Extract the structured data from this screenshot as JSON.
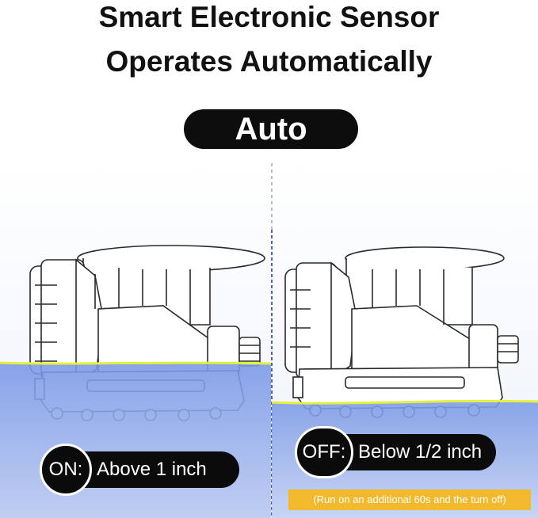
{
  "headline": {
    "line1": "Smart Electronic Sensor",
    "line2": "Operates Automatically"
  },
  "mode_label": "Auto",
  "on_state": {
    "key": "ON:",
    "description": "Above 1 inch"
  },
  "off_state": {
    "key": "OFF:",
    "description": "Below 1/2 inch"
  },
  "off_note": "(Run on an additional 60s and the turn off)",
  "colors": {
    "water": "#7f9ee6",
    "waterline": "#e6ef3c",
    "divider": "#1a2a9c",
    "note_bg": "#f3b92d",
    "pill": "#0d0d0d"
  }
}
